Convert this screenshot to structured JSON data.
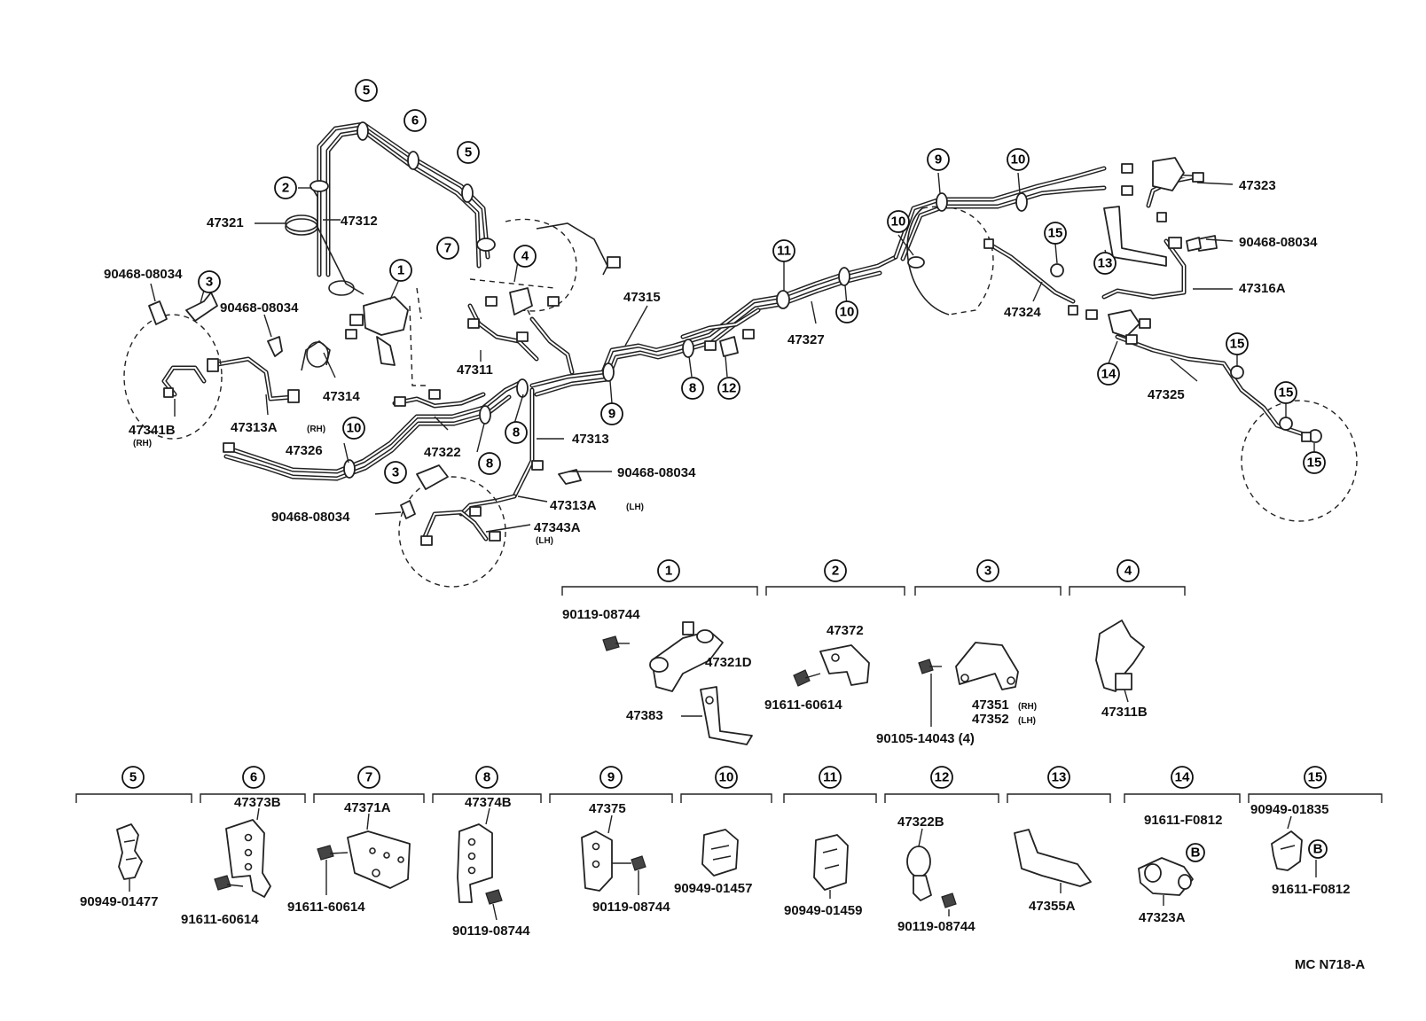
{
  "reference_code": "MC N718-A",
  "callouts": {
    "c1": "1",
    "c2": "2",
    "c3": "3",
    "c4": "4",
    "c5": "5",
    "c6": "6",
    "c7": "7",
    "c8": "8",
    "c9": "9",
    "c10": "10",
    "c11": "11",
    "c12": "12",
    "c13": "13",
    "c14": "14",
    "c15": "15",
    "cB": "B"
  },
  "main_parts": {
    "p47312": "47312",
    "p47321": "47321",
    "p90468": "90468-08034",
    "p47341B": "47341B",
    "p47341B_note": "(RH)",
    "p47313A": "47313A",
    "p47313A_rh": "(RH)",
    "p47313A_lh": "(LH)",
    "p47314": "47314",
    "p47326": "47326",
    "p47322": "47322",
    "p47343A": "47343A",
    "p47343A_note": "(LH)",
    "p47311": "47311",
    "p47313": "47313",
    "p47315": "47315",
    "p47327": "47327",
    "p47324": "47324",
    "p47323": "47323",
    "p47316A": "47316A",
    "p47325": "47325"
  },
  "detail_groups": {
    "g1": {
      "bolt": "90119-08744",
      "union": "47321D",
      "bracket": "47383"
    },
    "g2": {
      "clamp": "47372",
      "bolt": "91611-60614"
    },
    "g3": {
      "bolt": "90105-14043 (4)",
      "bracket_rh": "47351",
      "bracket_lh": "47352",
      "rh": "(RH)",
      "lh": "(LH)"
    },
    "g4": {
      "bracket": "47311B"
    },
    "g5": {
      "clamp": "90949-01477"
    },
    "g6": {
      "clamp": "47373B",
      "bolt": "91611-60614"
    },
    "g7": {
      "clamp": "47371A",
      "bolt": "91611-60614"
    },
    "g8": {
      "clamp": "47374B",
      "bolt": "90119-08744"
    },
    "g9": {
      "clamp": "47375",
      "bolt": "90119-08744"
    },
    "g10": {
      "clamp": "90949-01457"
    },
    "g11": {
      "clamp": "90949-01459"
    },
    "g12": {
      "clamp": "47322B",
      "bolt": "90119-08744"
    },
    "g13": {
      "bracket": "47355A"
    },
    "g14": {
      "bolt": "91611-F0812",
      "union": "47323A"
    },
    "g15": {
      "clamp": "90949-01835",
      "bolt": "91611-F0812"
    }
  }
}
